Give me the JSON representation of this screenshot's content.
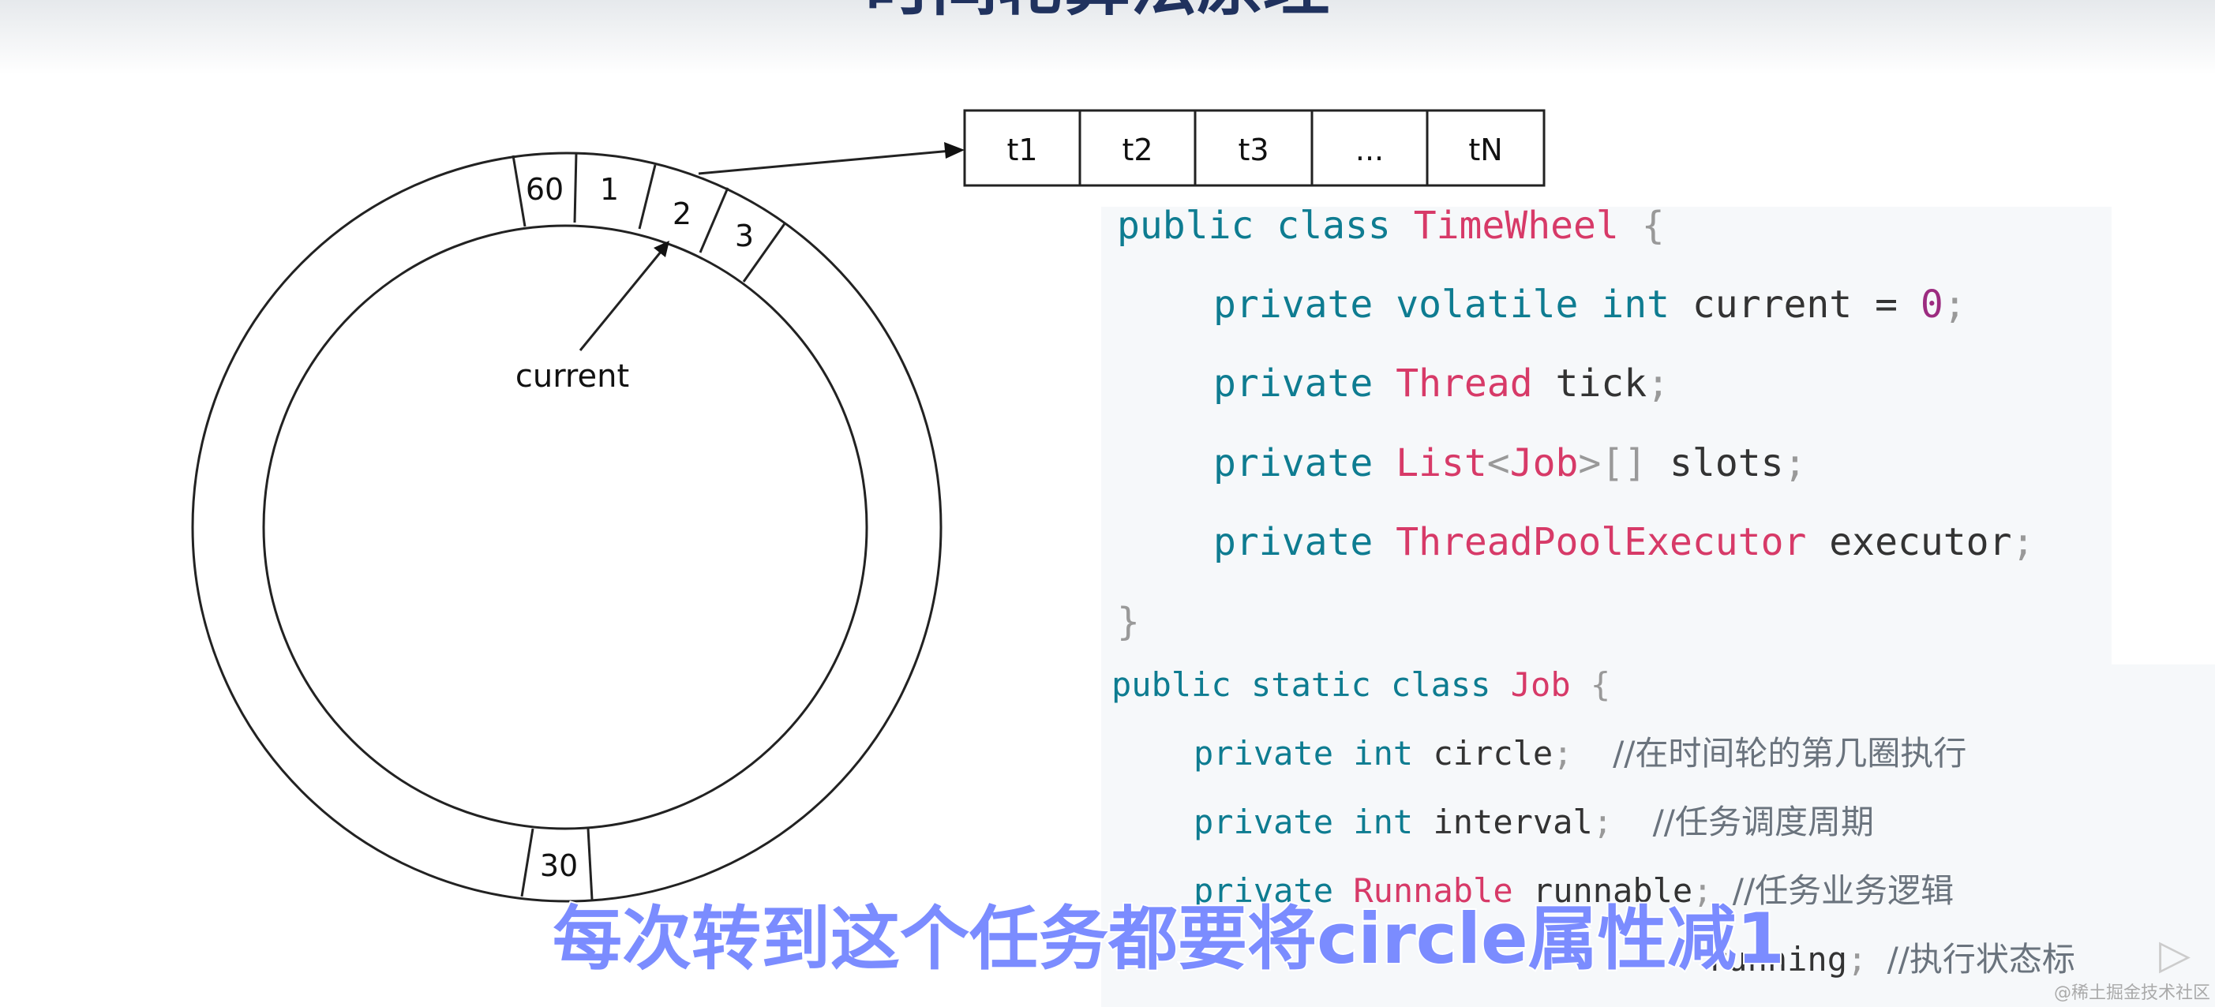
{
  "page_title": "时间轮算法原理",
  "diagram": {
    "ring_slots": {
      "slot_60": "60",
      "slot_1": "1",
      "slot_2": "2",
      "slot_3": "3",
      "slot_30": "30"
    },
    "pointer_label": "current",
    "bucket": [
      "t1",
      "t2",
      "t3",
      "...",
      "tN"
    ]
  },
  "code": {
    "class_decl": {
      "kw1": "public",
      "kw2": "class",
      "name": "TimeWheel",
      "brace": "{"
    },
    "field_current": {
      "kw1": "private",
      "kw2": "volatile",
      "kw3": "int",
      "name": "current",
      "eq": "=",
      "value": "0",
      "semi": ";"
    },
    "field_tick": {
      "kw1": "private",
      "type": "Thread",
      "name": "tick",
      "semi": ";"
    },
    "field_slots": {
      "kw1": "private",
      "type1": "List",
      "lt": "<",
      "type2": "Job",
      "gt": ">",
      "arr": "[]",
      "name": "slots",
      "semi": ";"
    },
    "field_executor": {
      "kw1": "private",
      "type": "ThreadPoolExecutor",
      "name": "executor",
      "semi": ";"
    },
    "class_close": "}",
    "job_decl": {
      "kw1": "public",
      "kw2": "static",
      "kw3": "class",
      "name": "Job",
      "brace": "{"
    },
    "field_circle": {
      "kw1": "private",
      "kw2": "int",
      "name": "circle",
      "semi": ";",
      "comment": "//在时间轮的第几圈执行"
    },
    "field_interval": {
      "kw1": "private",
      "kw2": "int",
      "name": "interval",
      "semi": ";",
      "comment": "//任务调度周期"
    },
    "field_runnable": {
      "kw1": "private",
      "type": "Runnable",
      "name": "runnable",
      "semi": ";",
      "comment": "//任务业务逻辑"
    },
    "field_running": {
      "name": "running",
      "semi": ";",
      "comment": "//执行状态标"
    }
  },
  "subtitle": "每次转到这个任务都要将circle属性减1",
  "watermark": "@稀土掘金技术社区"
}
